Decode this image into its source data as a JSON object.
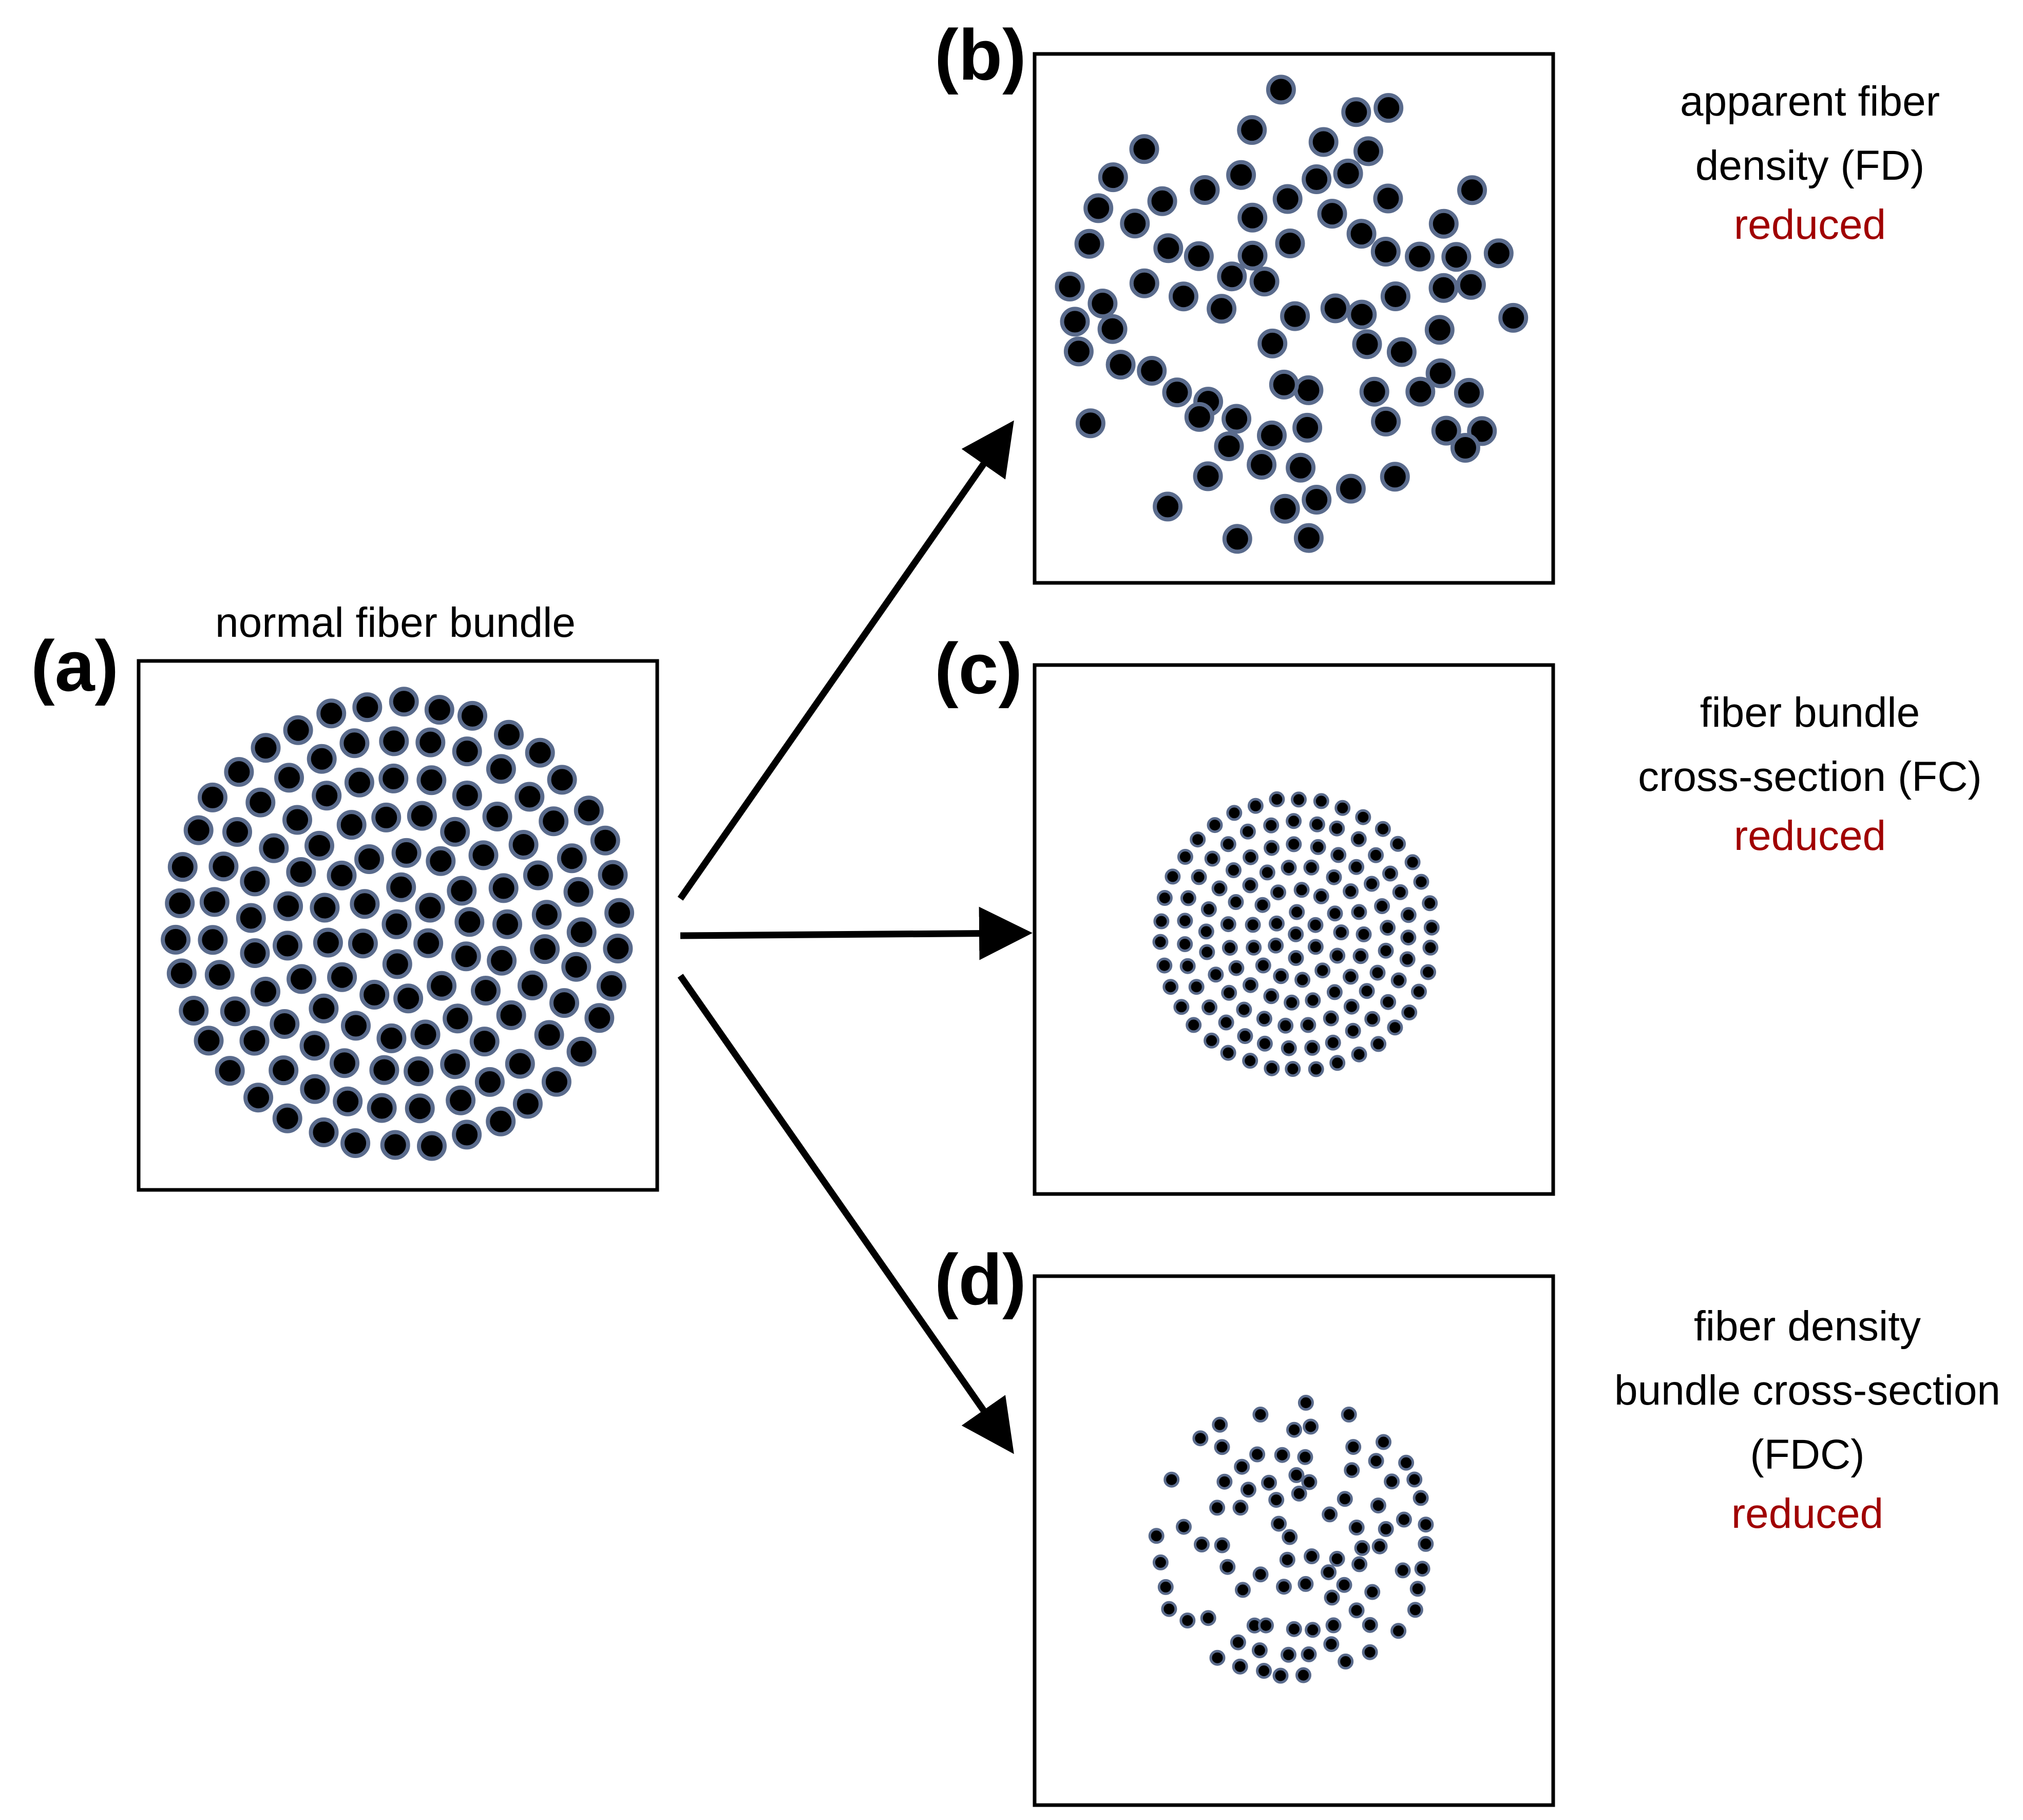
{
  "panels": {
    "a": {
      "letter": "(a)",
      "title": "normal fiber bundle"
    },
    "b": {
      "letter": "(b)",
      "caption_lines": [
        "apparent fiber",
        "density (FD)"
      ],
      "status": "reduced"
    },
    "c": {
      "letter": "(c)",
      "caption_lines": [
        "fiber bundle",
        "cross-section (FC)"
      ],
      "status": "reduced"
    },
    "d": {
      "letter": "(d)",
      "caption_lines": [
        "fiber density",
        "bundle cross-section",
        "(FDC)"
      ],
      "status": "reduced"
    }
  },
  "colors": {
    "fiber_core": "#000000",
    "fiber_sheath": "#5a6b8c",
    "reduced_text": "#a00000"
  }
}
